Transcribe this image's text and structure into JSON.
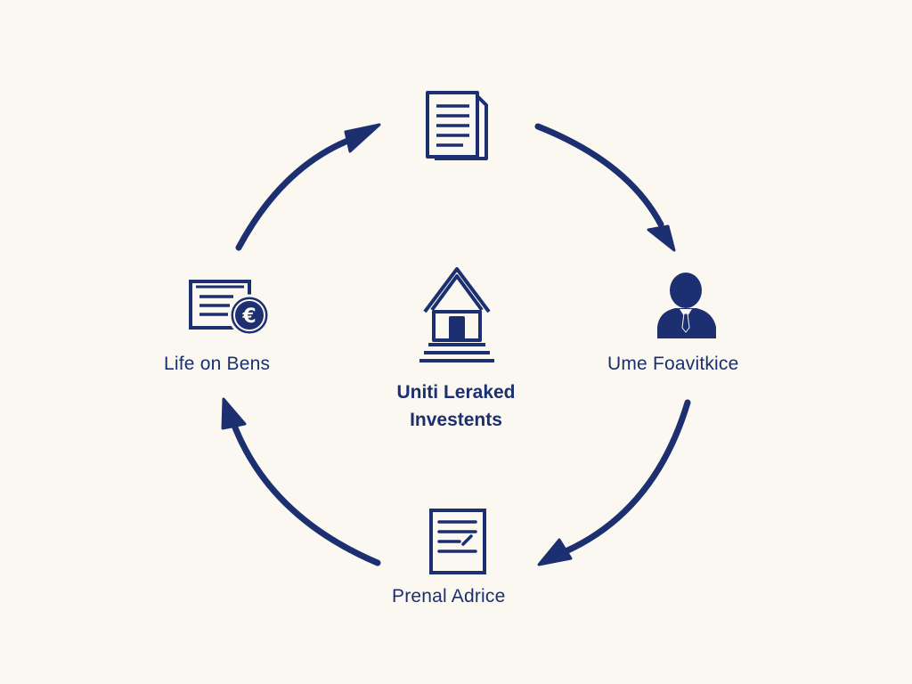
{
  "diagram": {
    "center": {
      "icon": "house-icon",
      "lines": [
        "Uniti Leraked",
        "Investents"
      ]
    },
    "nodes": {
      "top": {
        "icon": "document-stack-icon",
        "label": ""
      },
      "right": {
        "icon": "businessman-icon",
        "label": "Ume Foavitkice"
      },
      "bottom": {
        "icon": "document-pen-icon",
        "label": "Prenal Adrice"
      },
      "left": {
        "icon": "euro-statement-icon",
        "label": "Life on Bens"
      }
    },
    "arrows": [
      {
        "from": "left",
        "to": "top"
      },
      {
        "from": "top",
        "to": "right"
      },
      {
        "from": "right",
        "to": "bottom"
      },
      {
        "from": "bottom",
        "to": "left"
      }
    ],
    "colors": {
      "background": "#faf8f0",
      "primary": "#1c2f70"
    }
  }
}
